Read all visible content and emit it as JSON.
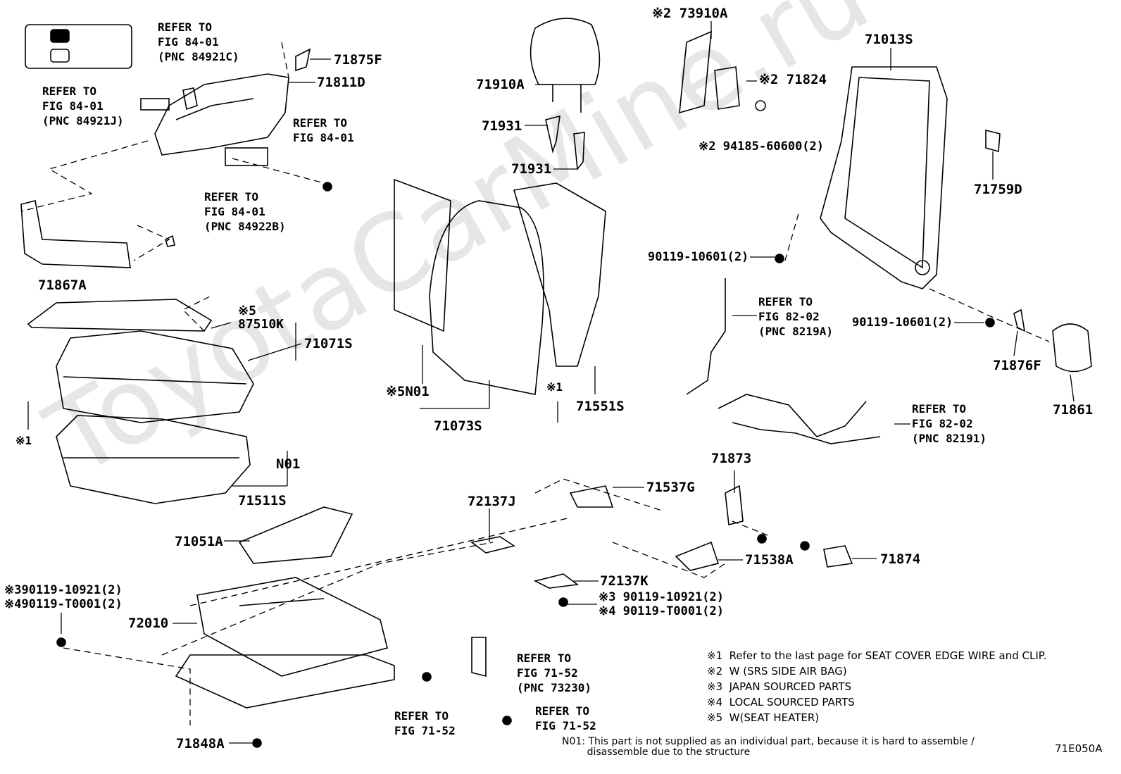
{
  "watermark": "ToyotaCarMine.ru",
  "figure_code": "71E050A",
  "refs": {
    "r1": "REFER TO\nFIG 84-01\n(PNC 84921C)",
    "r2": "REFER TO\nFIG 84-01\n(PNC 84921J)",
    "r3": "REFER TO\nFIG 84-01",
    "r4": "REFER TO\nFIG 84-01\n(PNC 84922B)",
    "r5": "REFER TO\nFIG 82-02\n(PNC 8219A)",
    "r6": "REFER TO\nFIG 82-02\n(PNC 82191)",
    "r7": "REFER TO\nFIG 71-52\n(PNC 73230)",
    "r8": "REFER TO\nFIG 71-52",
    "r9": "REFER TO\nFIG 71-52"
  },
  "parts": {
    "p71875F": "71875F",
    "p71811D": "71811D",
    "p71867A": "71867A",
    "p87510K": "※5\n87510K",
    "p71071S": "71071S",
    "x1a": "※1",
    "pN01a": "N01",
    "p71511S": "71511S",
    "p71910A": "71910A",
    "p71931a": "71931",
    "p71931b": "71931",
    "pN01b": "※5N01",
    "p71073S": "71073S",
    "x1b": "※1",
    "p71551S": "71551S",
    "p73910A": "※2 73910A",
    "p71824": "※2 71824",
    "p94185": "※2 94185-60600(2)",
    "p71013S": "71013S",
    "p71759D": "71759D",
    "p90119a": "90119-10601(2)",
    "p90119b": "90119-10601(2)",
    "p71876F": "71876F",
    "p71861": "71861",
    "p71873": "71873",
    "p71537G": "71537G",
    "p72137J": "72137J",
    "p71051A": "71051A",
    "p71538A": "71538A",
    "p71874": "71874",
    "p72137K": "72137K",
    "p90119c": "※3 90119-10921(2)\n※4 90119-T0001(2)",
    "p90119d": "※390119-10921(2)\n※490119-T0001(2)",
    "p72010": "72010",
    "p71848A": "71848A"
  },
  "notes": {
    "n1": "※1  Refer to the last page for SEAT COVER EDGE WIRE and CLIP.",
    "n2": "※2  W (SRS SIDE AIR BAG)",
    "n3": "※3  JAPAN SOURCED PARTS",
    "n4": "※4  LOCAL SOURCED PARTS",
    "n5": "※5  W(SEAT HEATER)",
    "n01": "N01: This part is not supplied as an individual part, because it is hard to assemble /\n        disassemble due to the structure"
  }
}
